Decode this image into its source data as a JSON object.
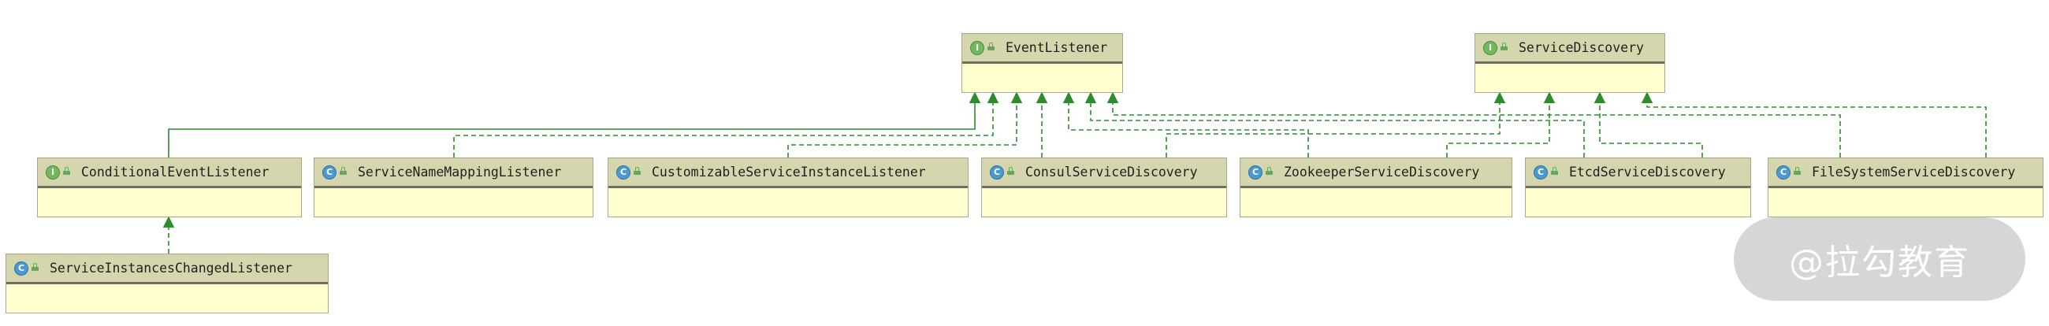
{
  "diagram": {
    "nodes": [
      {
        "id": "event-listener",
        "name": "EventListener",
        "kind": "I"
      },
      {
        "id": "service-discovery",
        "name": "ServiceDiscovery",
        "kind": "I"
      },
      {
        "id": "conditional-event-listener",
        "name": "ConditionalEventListener",
        "kind": "I"
      },
      {
        "id": "service-name-mapping-listener",
        "name": "ServiceNameMappingListener",
        "kind": "C"
      },
      {
        "id": "customizable-service-instance-listener",
        "name": "CustomizableServiceInstanceListener",
        "kind": "C"
      },
      {
        "id": "consul-service-discovery",
        "name": "ConsulServiceDiscovery",
        "kind": "C"
      },
      {
        "id": "zookeeper-service-discovery",
        "name": "ZookeeperServiceDiscovery",
        "kind": "C"
      },
      {
        "id": "etcd-service-discovery",
        "name": "EtcdServiceDiscovery",
        "kind": "C"
      },
      {
        "id": "file-system-service-discovery",
        "name": "FileSystemServiceDiscovery",
        "kind": "C"
      },
      {
        "id": "service-instances-changed-listener",
        "name": "ServiceInstancesChangedListener",
        "kind": "C"
      }
    ],
    "edges": [
      {
        "from": "conditional-event-listener",
        "to": "event-listener",
        "type": "extends"
      },
      {
        "from": "service-name-mapping-listener",
        "to": "event-listener",
        "type": "implements"
      },
      {
        "from": "customizable-service-instance-listener",
        "to": "event-listener",
        "type": "implements"
      },
      {
        "from": "consul-service-discovery",
        "to": "event-listener",
        "type": "implements"
      },
      {
        "from": "zookeeper-service-discovery",
        "to": "event-listener",
        "type": "implements"
      },
      {
        "from": "etcd-service-discovery",
        "to": "event-listener",
        "type": "implements"
      },
      {
        "from": "file-system-service-discovery",
        "to": "event-listener",
        "type": "implements"
      },
      {
        "from": "consul-service-discovery",
        "to": "service-discovery",
        "type": "implements"
      },
      {
        "from": "zookeeper-service-discovery",
        "to": "service-discovery",
        "type": "implements"
      },
      {
        "from": "etcd-service-discovery",
        "to": "service-discovery",
        "type": "implements"
      },
      {
        "from": "file-system-service-discovery",
        "to": "service-discovery",
        "type": "implements"
      },
      {
        "from": "service-instances-changed-listener",
        "to": "conditional-event-listener",
        "type": "implements"
      }
    ],
    "colors": {
      "line": "#2e8b2e",
      "header": "#d6d6ae",
      "body": "#fefece",
      "interface": "#72b95e",
      "class": "#4a9ad0"
    },
    "icons": {
      "I": "interface-icon",
      "C": "class-icon",
      "visibility": "public-lock-icon"
    }
  },
  "watermark": {
    "text": "@拉勾教育"
  }
}
